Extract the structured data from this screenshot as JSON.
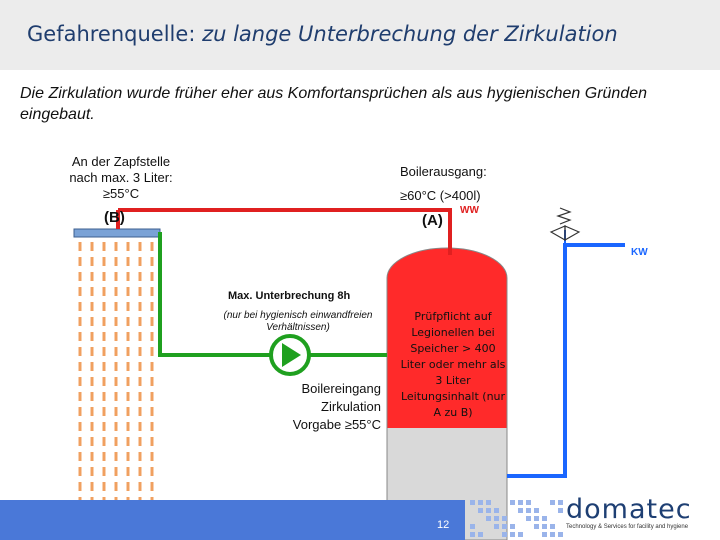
{
  "header": {
    "title_prefix": "Gefahrenquelle:",
    "title_emph": "zu lange Unterbrechung der Zirkulation"
  },
  "intro": "Die Zirkulation wurde früher eher aus Komfortansprüchen als aus hygienischen Gründen eingebaut.",
  "tap": {
    "line1": "An der Zapfstelle",
    "line2": "nach max. 3 Liter:",
    "line3": "≥55°C",
    "ref": "(B)"
  },
  "boiler_out": {
    "line1": "Boilerausgang:",
    "line2": "≥60°C (>400l)",
    "ref": "(A)",
    "ww": "WW"
  },
  "cold": {
    "kw": "KW"
  },
  "interruption": {
    "label": "Max. Unterbrechung 8h",
    "note": "(nur bei hygienisch einwandfreien Verhältnissen)"
  },
  "boiler_in": {
    "line1": "Boilereingang",
    "line2": "Zirkulation",
    "line3": "Vorgabe ≥55°C"
  },
  "tank_text": "Prüfpflicht auf Legionellen bei Speicher > 400 Liter oder mehr als 3 Liter Leitungsinhalt (nur A zu B)",
  "footer": {
    "page": "12",
    "logo": "domatec",
    "logo_sub": "Technology & Services for facility and hygiene"
  },
  "colors": {
    "hot": "#e02020",
    "cold": "#1a66ff",
    "circulation": "#1fa01f",
    "tank_red": "#ff2a2a",
    "tank_grey": "#d9d9d9",
    "brand": "#1e3f73"
  }
}
